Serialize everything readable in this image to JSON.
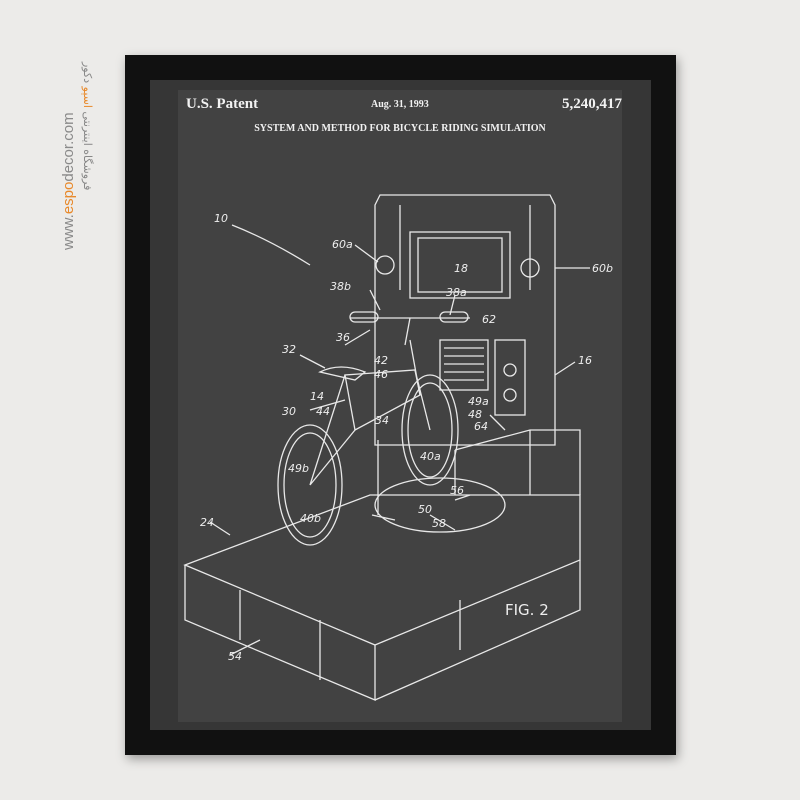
{
  "watermark": {
    "prefix": "www.",
    "accent": "espo",
    "suffix": "decor.com",
    "fa_prefix": "فروشگاه اینترنتی ",
    "fa_accent": "اسپو",
    "fa_suffix": " دکور",
    "accent_color": "#e8892b"
  },
  "poster": {
    "left_header": "U.S. Patent",
    "date": "Aug. 31, 1993",
    "number": "5,240,417",
    "title": "SYSTEM AND METHOD FOR BICYCLE RIDING SIMULATION",
    "figure": "FIG. 2",
    "labels": {
      "l10": "10",
      "l60a": "60a",
      "l60b": "60b",
      "l18": "18",
      "l38b": "38b",
      "l38a": "38a",
      "l36": "36",
      "l62": "62",
      "l32": "32",
      "l42": "42",
      "l46": "46",
      "l16": "16",
      "l14": "14",
      "l30": "30",
      "l44": "44",
      "l34": "34",
      "l49a": "49a",
      "l48": "48",
      "l64": "64",
      "l49b": "49b",
      "l40a": "40a",
      "l56": "56",
      "l50": "50",
      "l58": "58",
      "l40b": "40b",
      "l24": "24",
      "l54": "54"
    }
  }
}
